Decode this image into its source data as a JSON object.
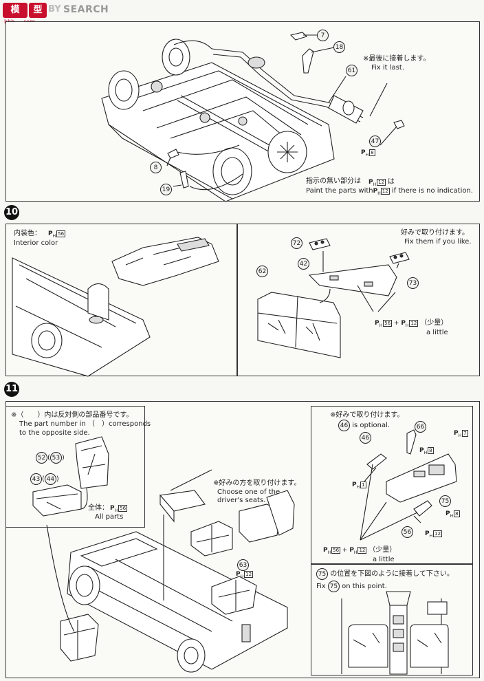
{
  "watermark": {
    "logo_text": "SEARCH",
    "logo_partial": "BY",
    "site_text": "bbb.....com"
  },
  "step9": {
    "last_note_jp": "※最後に接着します。",
    "last_note_en": "Fix it last.",
    "no_indication_jp": "指示の無い部分は",
    "no_indication_en_pre": "Paint the parts with",
    "no_indication_en_post": "if there is no indication.",
    "paint_ref": "12",
    "parts": [
      "7",
      "18",
      "61",
      "47",
      "8",
      "19"
    ],
    "paint_47": "8"
  },
  "step10": {
    "number": "10",
    "interior_color_jp": "内装色：",
    "interior_color_en": "Interior color",
    "interior_paint": "56",
    "optional_jp": "好みで取り付けます。",
    "optional_en": "Fix them if you like.",
    "parts": [
      "72",
      "42",
      "62",
      "73"
    ],
    "mix_a": "56",
    "mix_b": "12",
    "mix_jp": "（少量）",
    "mix_en": "a little"
  },
  "step11": {
    "number": "11",
    "opposite_jp": "※（　　）内は反対側の部品番号です。",
    "opposite_en1": "The part number in （　）corresponds",
    "opposite_en2": "to the opposite side.",
    "parts_left": [
      "52",
      "53",
      "43",
      "44"
    ],
    "all_jp": "全体：",
    "all_paint": "56",
    "all_en": "All parts",
    "choose_jp": "※好みの方を取り付けます。",
    "choose_en1": "Choose one of the",
    "choose_en2": "driver's seats.",
    "part_63": "63",
    "paint_63": "12",
    "optional_jp": "※好みで取り付けます。",
    "optional_en": "is optional.",
    "part_46": "46",
    "parts_right": [
      "46",
      "66",
      "75",
      "56"
    ],
    "paint_7": "7",
    "paint_8a": "8",
    "paint_1": "1",
    "paint_8b": "8",
    "paint_12": "12",
    "mix_a": "56",
    "mix_b": "12",
    "mix_jp": "（少量）",
    "mix_en": "a little",
    "fix75_jp": "の位置を下図のように接着して下さい。",
    "fix75_en_pre": "Fix",
    "fix75_en_post": "on this point.",
    "part_75": "75"
  }
}
